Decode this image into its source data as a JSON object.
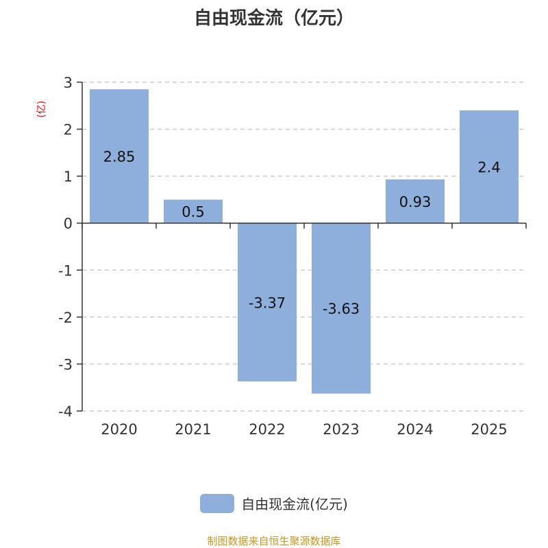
{
  "title": "自由现金流（亿元）",
  "footer": "制图数据来自恒生聚源数据库",
  "chart_data": {
    "type": "bar",
    "title": "自由现金流（亿元）",
    "ylabel": "(亿)",
    "xlabel": "",
    "categories": [
      "2020",
      "2021",
      "2022",
      "2023",
      "2024",
      "2025"
    ],
    "series": [
      {
        "name": "自由现金流(亿元)",
        "values": [
          2.85,
          0.5,
          -3.37,
          -3.63,
          0.93,
          2.4
        ],
        "color": "#8eaedb"
      }
    ],
    "labels": [
      "2.85",
      "0.5",
      "-3.37",
      "-3.63",
      "0.93",
      "2.4"
    ],
    "ylim": [
      -4,
      3
    ],
    "yticks": [
      3,
      2,
      1,
      0,
      -1,
      -2,
      -3,
      -4
    ],
    "grid": true,
    "legend": "bottom"
  }
}
